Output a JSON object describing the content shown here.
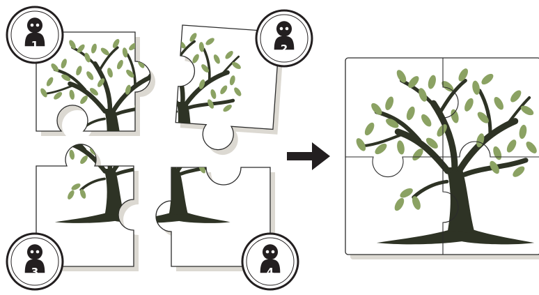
{
  "colors": {
    "trunk": "#2e3325",
    "leaf": "#8ba263",
    "outline": "#2b2b2b",
    "shadow": "#dcd9d2",
    "piece_fill": "#ffffff",
    "badge_fill": "#231f20",
    "badge_ring": "#ffffff",
    "arrow": "#231f20"
  },
  "pieces": [
    {
      "id": "piece-1",
      "badge": {
        "icon": "person-icon",
        "number": "1"
      }
    },
    {
      "id": "piece-2",
      "badge": {
        "icon": "person-icon",
        "number": "2"
      }
    },
    {
      "id": "piece-3",
      "badge": {
        "icon": "person-icon",
        "number": "3"
      }
    },
    {
      "id": "piece-4",
      "badge": {
        "icon": "person-icon",
        "number": "4"
      }
    }
  ],
  "arrow_icon": "right-arrow-icon",
  "assembled_icon": "tree-icon"
}
